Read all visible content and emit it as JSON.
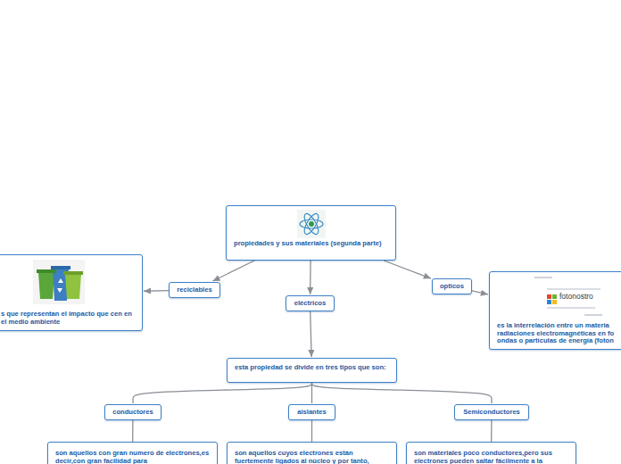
{
  "diagram": {
    "nodes": [
      {
        "text": [
          "propiedades y sus materiales (segunda parte)"
        ]
      },
      {
        "text": [
          "reciclables"
        ]
      },
      {
        "text": [
          "s que representan el impacto que cen en el medio ambiente"
        ]
      },
      {
        "text": [
          "eléctricos"
        ]
      },
      {
        "text": [
          "opticos"
        ]
      },
      {
        "text": [
          "es la interrelación entre un materia radiaciones electromagnéticas en fo ondas o partículas de energía (foton"
        ]
      },
      {
        "text": [
          "esta propiedad se divide en tres tipos que son:"
        ]
      },
      {
        "text": [
          "conductores"
        ]
      },
      {
        "text": [
          "aislantes"
        ]
      },
      {
        "text": [
          "Semiconductores"
        ]
      },
      {
        "text": [
          "son aquellos con gran numero de electrones,es decir,con gran facilidad para"
        ]
      },
      {
        "text": [
          "son aquellos cuyos electrones están fuertemente ligados al núcleo y por tanto,"
        ]
      },
      {
        "text": [
          "son materiales poco conductores,pero sus electrones pueden saltar fácilmente a la"
        ]
      }
    ],
    "edges": [
      {
        "from": 0,
        "to": 1,
        "arrow": "to"
      },
      {
        "from": 1,
        "to": 2,
        "arrow": "to"
      },
      {
        "from": 0,
        "to": 3,
        "arrow": "to"
      },
      {
        "from": 0,
        "to": 4,
        "arrow": "to"
      },
      {
        "from": 4,
        "to": 5,
        "arrow": "to"
      },
      {
        "from": 3,
        "to": 6,
        "arrow": "to"
      },
      {
        "from": 6,
        "to": 7,
        "arrow": "none"
      },
      {
        "from": 6,
        "to": 8,
        "arrow": "none"
      },
      {
        "from": 6,
        "to": 9,
        "arrow": "none"
      },
      {
        "from": 7,
        "to": 10,
        "arrow": "none"
      },
      {
        "from": 8,
        "to": 11,
        "arrow": "none"
      },
      {
        "from": 9,
        "to": 12,
        "arrow": "none"
      }
    ],
    "labels": [
      "fotonostro"
    ]
  }
}
